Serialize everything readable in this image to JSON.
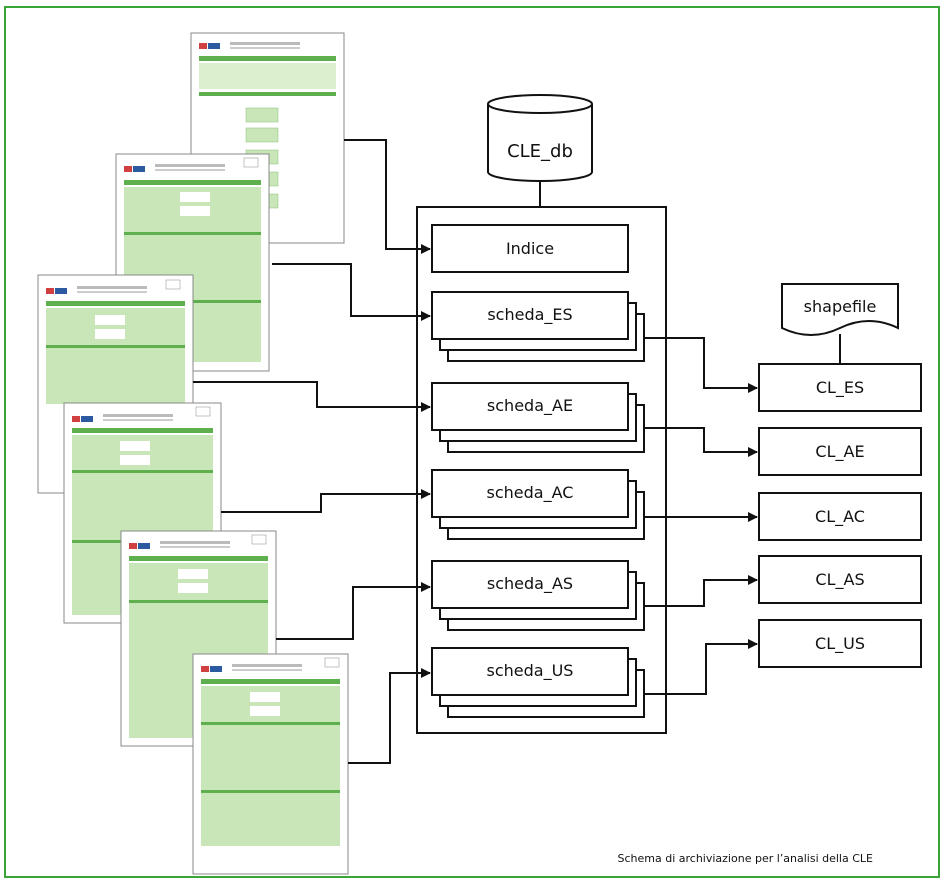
{
  "database": {
    "label": "CLE_db"
  },
  "index": {
    "label": "Indice"
  },
  "schede": [
    {
      "label": "scheda_ES"
    },
    {
      "label": "scheda_AE"
    },
    {
      "label": "scheda_AC"
    },
    {
      "label": "scheda_AS"
    },
    {
      "label": "scheda_US"
    }
  ],
  "shapefile": {
    "label": "shapefile"
  },
  "layers": [
    {
      "label": "CL_ES"
    },
    {
      "label": "CL_AE"
    },
    {
      "label": "CL_AC"
    },
    {
      "label": "CL_AS"
    },
    {
      "label": "CL_US"
    }
  ],
  "caption": "Schema di archiviazione per l’analisi della CLE",
  "colors": {
    "frame": "#3aa534",
    "form_fill": "#c9e6b8",
    "form_band": "#5eb04f"
  }
}
